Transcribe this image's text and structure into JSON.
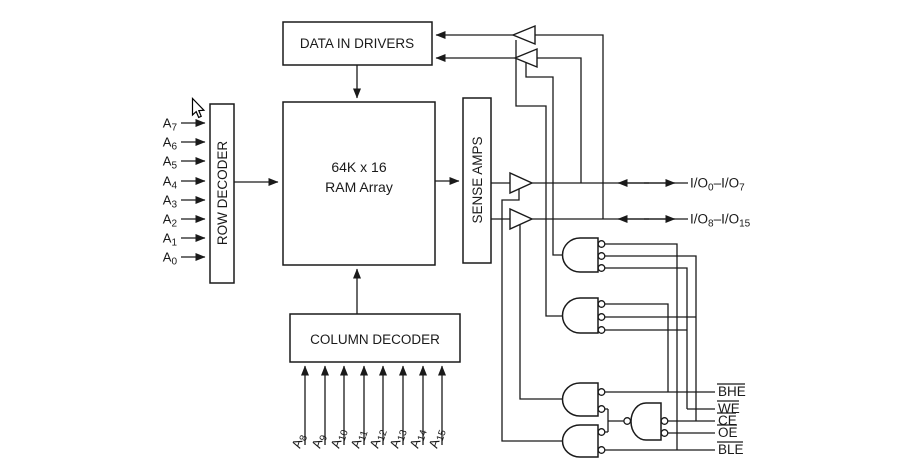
{
  "diagram": {
    "background_color": "#ffffff",
    "line_color": "#1a1a1a",
    "blocks": {
      "data_in_drivers": "DATA IN DRIVERS",
      "row_decoder": "ROW DECODER",
      "ram_array_line1": "64K x 16",
      "ram_array_line2": "RAM Array",
      "sense_amps": "SENSE AMPS",
      "column_decoder": "COLUMN DECODER"
    },
    "row_address_inputs": [
      {
        "base": "A",
        "sub": "7"
      },
      {
        "base": "A",
        "sub": "6"
      },
      {
        "base": "A",
        "sub": "5"
      },
      {
        "base": "A",
        "sub": "4"
      },
      {
        "base": "A",
        "sub": "3"
      },
      {
        "base": "A",
        "sub": "2"
      },
      {
        "base": "A",
        "sub": "1"
      },
      {
        "base": "A",
        "sub": "0"
      }
    ],
    "column_address_inputs": [
      {
        "base": "A",
        "sub": "8"
      },
      {
        "base": "A",
        "sub": "9"
      },
      {
        "base": "A",
        "sub": "10"
      },
      {
        "base": "A",
        "sub": "11"
      },
      {
        "base": "A",
        "sub": "12"
      },
      {
        "base": "A",
        "sub": "13"
      },
      {
        "base": "A",
        "sub": "14"
      },
      {
        "base": "A",
        "sub": "15"
      }
    ],
    "io_buses": [
      {
        "prefix": "I/O",
        "sub_start": "0",
        "mid": "–I/O",
        "sub_end": "7"
      },
      {
        "prefix": "I/O",
        "sub_start": "8",
        "mid": "–I/O",
        "sub_end": "15"
      }
    ],
    "control_signals": [
      {
        "label": "BHE"
      },
      {
        "label": "WE"
      },
      {
        "label": "CE"
      },
      {
        "label": "OE"
      },
      {
        "label": "BLE"
      }
    ]
  }
}
